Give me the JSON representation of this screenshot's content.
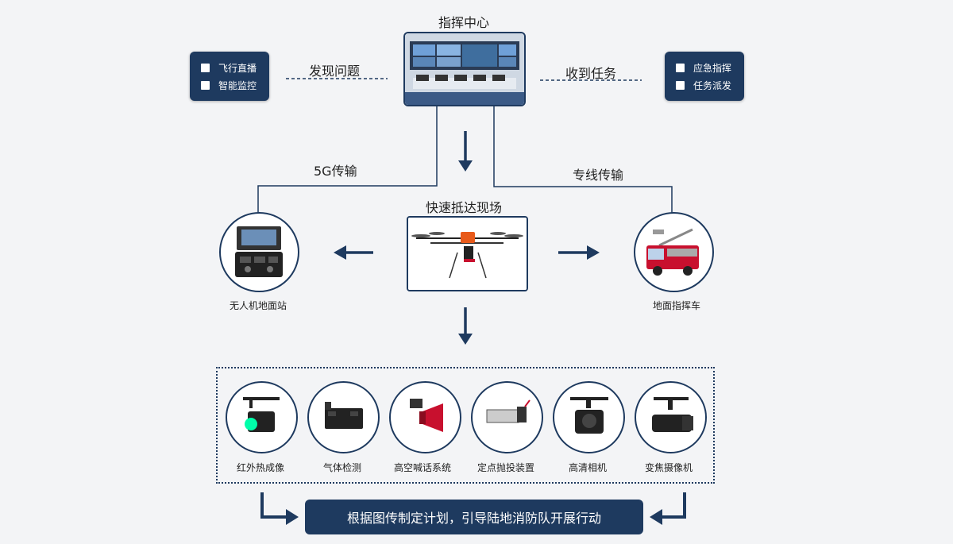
{
  "command_center": {
    "title": "指挥中心"
  },
  "left_panel": {
    "items": [
      "飞行直播",
      "智能监控"
    ]
  },
  "right_panel": {
    "items": [
      "应急指挥",
      "任务派发"
    ]
  },
  "labels": {
    "discover": "发现问题",
    "receive": "收到任务",
    "fiveg": "5G传输",
    "dedicated": "专线传输",
    "arrive": "快速抵达现场",
    "ground_station": "无人机地面站",
    "command_vehicle": "地面指挥车"
  },
  "payloads": [
    "红外热成像",
    "气体检测",
    "高空喊话系统",
    "定点抛投装置",
    "高清相机",
    "变焦摄像机"
  ],
  "bottom": {
    "text": "根据图传制定计划，引导陆地消防队开展行动"
  },
  "colors": {
    "navy": "#1e3a5f",
    "accent_red": "#c8102e",
    "bg": "#f3f4f6"
  }
}
